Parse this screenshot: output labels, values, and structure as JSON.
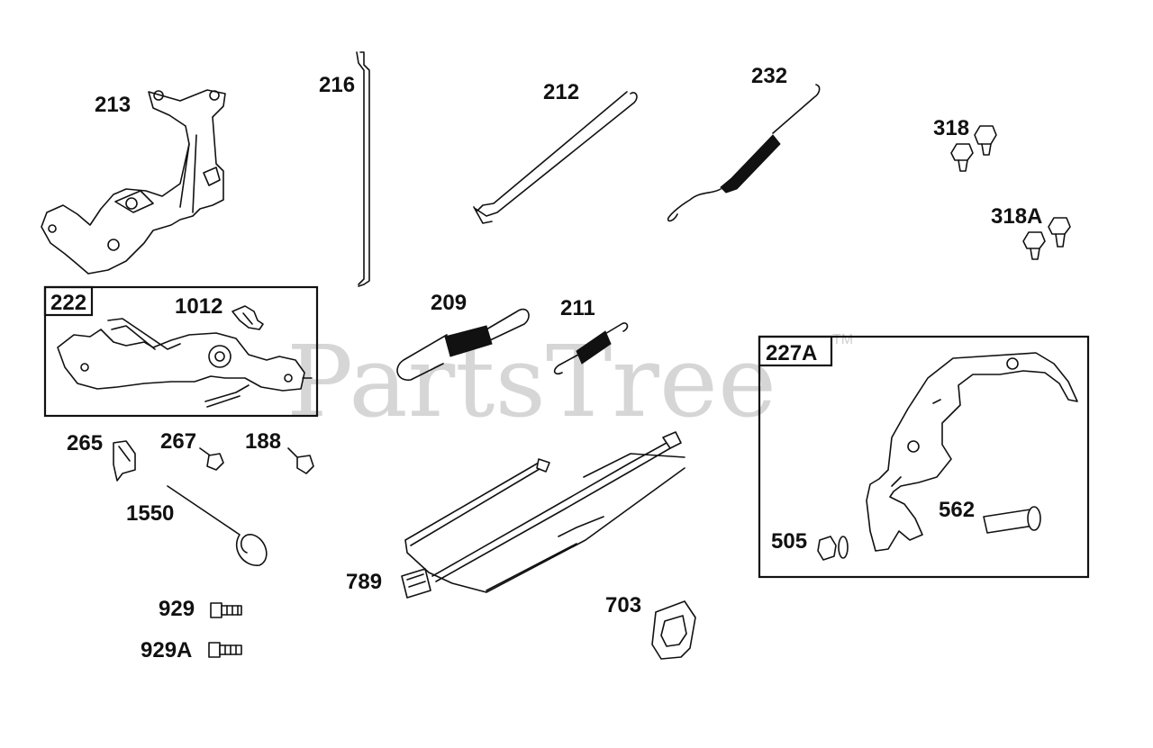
{
  "watermark": {
    "text": "PartsTree",
    "trademark": "TM"
  },
  "labels": {
    "p213": "213",
    "p216": "216",
    "p212": "212",
    "p232": "232",
    "p318": "318",
    "p318A": "318A",
    "p222": "222",
    "p1012": "1012",
    "p209": "209",
    "p211": "211",
    "p227A": "227A",
    "p265": "265",
    "p267": "267",
    "p188": "188",
    "p1550": "1550",
    "p789": "789",
    "p562": "562",
    "p505": "505",
    "p703": "703",
    "p929": "929",
    "p929A": "929A"
  }
}
